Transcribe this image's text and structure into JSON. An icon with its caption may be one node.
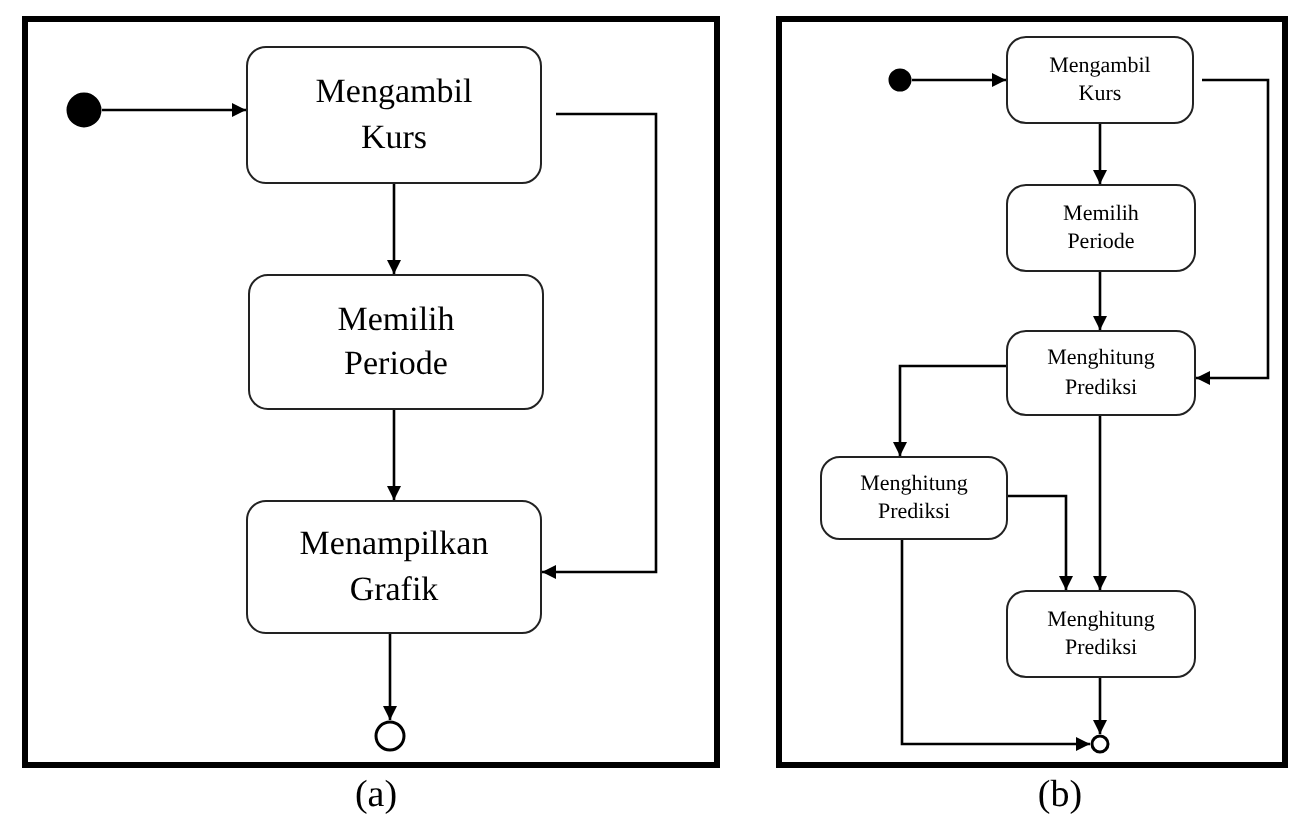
{
  "diagram": {
    "nodes": [
      {
        "text": [
          "(a)"
        ]
      },
      {
        "text": [],
        "shape": "circle",
        "in": 0
      },
      {
        "text": [
          "Mengambil Kurs"
        ],
        "in": 0
      },
      {
        "text": [
          "Memilih Periode"
        ],
        "in": 0
      },
      {
        "text": [
          "Menampilkan Grafik"
        ],
        "in": 0
      },
      {
        "text": [],
        "shape": "circle",
        "in": 0
      },
      {
        "text": [
          "(b)"
        ]
      },
      {
        "text": [],
        "shape": "circle",
        "in": 6
      },
      {
        "text": [
          "Mengambil Kurs"
        ],
        "in": 6
      },
      {
        "text": [
          "Memilih Periode"
        ],
        "in": 6
      },
      {
        "text": [
          "Menghitung Prediksi"
        ],
        "in": 6
      },
      {
        "text": [
          "Menghitung Prediksi"
        ],
        "in": 6
      },
      {
        "text": [
          "Menghitung Prediksi"
        ],
        "in": 6
      },
      {
        "text": [],
        "shape": "circle",
        "in": 6
      }
    ],
    "edges": [
      {
        "from": 1,
        "to": 2,
        "arrow": "to"
      },
      {
        "from": 2,
        "to": 3,
        "arrow": "to"
      },
      {
        "from": 3,
        "to": 4,
        "arrow": "to"
      },
      {
        "from": 2,
        "to": 4,
        "arrow": "to"
      },
      {
        "from": 4,
        "to": 5,
        "arrow": "to"
      },
      {
        "from": 7,
        "to": 8,
        "arrow": "to"
      },
      {
        "from": 8,
        "to": 9,
        "arrow": "to"
      },
      {
        "from": 9,
        "to": 10,
        "arrow": "to"
      },
      {
        "from": 8,
        "to": 10,
        "arrow": "to"
      },
      {
        "from": 10,
        "to": 11,
        "arrow": "to"
      },
      {
        "from": 10,
        "to": 12,
        "arrow": "to"
      },
      {
        "from": 11,
        "to": 12,
        "arrow": "to"
      },
      {
        "from": 11,
        "to": 13,
        "arrow": "to"
      },
      {
        "from": 12,
        "to": 13,
        "arrow": "to"
      }
    ]
  }
}
